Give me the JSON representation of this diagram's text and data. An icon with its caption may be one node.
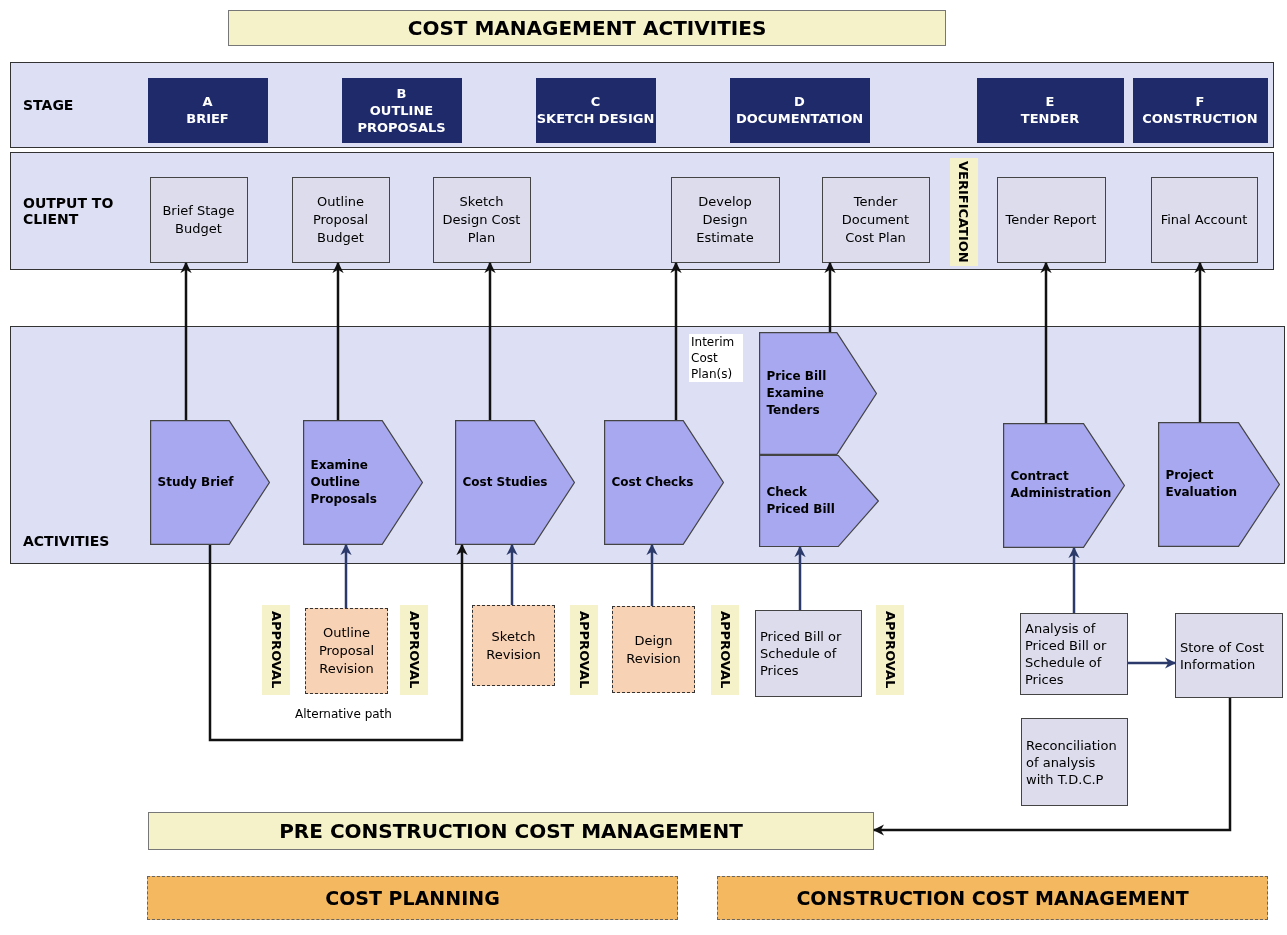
{
  "diagram": {
    "nodes": [
      {
        "text": [
          "COST MANAGEMENT ACTIVITIES"
        ]
      },
      {
        "text": [
          "STAGE"
        ]
      },
      {
        "text": [
          "A",
          "BRIEF"
        ],
        "in": 1
      },
      {
        "text": [
          "B",
          "OUTLINE PROPOSALS"
        ],
        "in": 1
      },
      {
        "text": [
          "C",
          "SKETCH DESIGN"
        ],
        "in": 1
      },
      {
        "text": [
          "D",
          "DOCUMENTATION"
        ],
        "in": 1
      },
      {
        "text": [
          "E",
          "TENDER"
        ],
        "in": 1
      },
      {
        "text": [
          "F",
          "CONSTRUCTION"
        ],
        "in": 1
      },
      {
        "text": [
          "OUTPUT TO CLIENT"
        ]
      },
      {
        "text": [
          "Brief Stage Budget"
        ],
        "in": 8
      },
      {
        "text": [
          "Outline Proposal Budget"
        ],
        "in": 8
      },
      {
        "text": [
          "Sketch Design Cost Plan"
        ],
        "in": 8
      },
      {
        "text": [
          "Develop Design Estimate"
        ],
        "in": 8
      },
      {
        "text": [
          "Tender Document Cost Plan"
        ],
        "in": 8
      },
      {
        "text": [
          "VERIFICATION"
        ],
        "in": 8
      },
      {
        "text": [
          "Tender Report"
        ],
        "in": 8
      },
      {
        "text": [
          "Final Account"
        ],
        "in": 8
      },
      {
        "text": [
          "ACTIVITIES"
        ]
      },
      {
        "text": [
          "Study Brief"
        ],
        "in": 17
      },
      {
        "text": [
          "Examine Outline Proposals"
        ],
        "in": 17
      },
      {
        "text": [
          "Cost Studies"
        ],
        "in": 17
      },
      {
        "text": [
          "Cost Checks"
        ],
        "in": 17
      },
      {
        "text": [
          "Price Bill Examine Tenders"
        ],
        "in": 17
      },
      {
        "text": [
          "Check Priced Bill"
        ],
        "in": 17
      },
      {
        "text": [
          "Contract Administration"
        ],
        "in": 17
      },
      {
        "text": [
          "Project Evaluation"
        ],
        "in": 17
      },
      {
        "text": [
          "APPROVAL"
        ]
      },
      {
        "text": [
          "Outline Proposal Revision"
        ]
      },
      {
        "text": [
          "APPROVAL"
        ]
      },
      {
        "text": [
          "Sketch Revision"
        ]
      },
      {
        "text": [
          "APPROVAL"
        ]
      },
      {
        "text": [
          "Deign Revision"
        ]
      },
      {
        "text": [
          "APPROVAL"
        ]
      },
      {
        "text": [
          "Priced Bill or Schedule of Prices"
        ]
      },
      {
        "text": [
          "APPROVAL"
        ]
      },
      {
        "text": [
          "Analysis of Priced Bill or Schedule of Prices"
        ]
      },
      {
        "text": [
          "Store of Cost Information"
        ]
      },
      {
        "text": [
          "Reconciliation of analysis with T.D.C.P"
        ]
      },
      {
        "text": [
          "PRE CONSTRUCTION COST MANAGEMENT"
        ]
      },
      {
        "text": [
          "COST PLANNING"
        ]
      },
      {
        "text": [
          "CONSTRUCTION COST MANAGEMENT"
        ]
      }
    ],
    "edges": [
      {
        "from": 18,
        "to": 9,
        "arrow": "to"
      },
      {
        "from": 19,
        "to": 10,
        "arrow": "to"
      },
      {
        "from": 20,
        "to": 11,
        "arrow": "to"
      },
      {
        "from": 21,
        "to": 12,
        "arrow": "to",
        "label": "Interim Cost Plan(s)"
      },
      {
        "from": 22,
        "to": 13,
        "arrow": "to"
      },
      {
        "from": 24,
        "to": 15,
        "arrow": "to"
      },
      {
        "from": 25,
        "to": 16,
        "arrow": "to"
      },
      {
        "from": 27,
        "to": 19,
        "arrow": "to",
        "color": "#2b3a6b"
      },
      {
        "from": 29,
        "to": 20,
        "arrow": "to",
        "color": "#2b3a6b"
      },
      {
        "from": 31,
        "to": 21,
        "arrow": "to",
        "color": "#2b3a6b"
      },
      {
        "from": 33,
        "to": 23,
        "arrow": "to",
        "color": "#2b3a6b"
      },
      {
        "from": 35,
        "to": 24,
        "arrow": "to",
        "color": "#2b3a6b"
      },
      {
        "from": 35,
        "to": 36,
        "arrow": "to",
        "color": "#2b3a6b"
      },
      {
        "from": 18,
        "to": 20,
        "arrow": "to",
        "label": "Alternative path"
      },
      {
        "from": 36,
        "to": 38,
        "arrow": "to"
      }
    ]
  }
}
